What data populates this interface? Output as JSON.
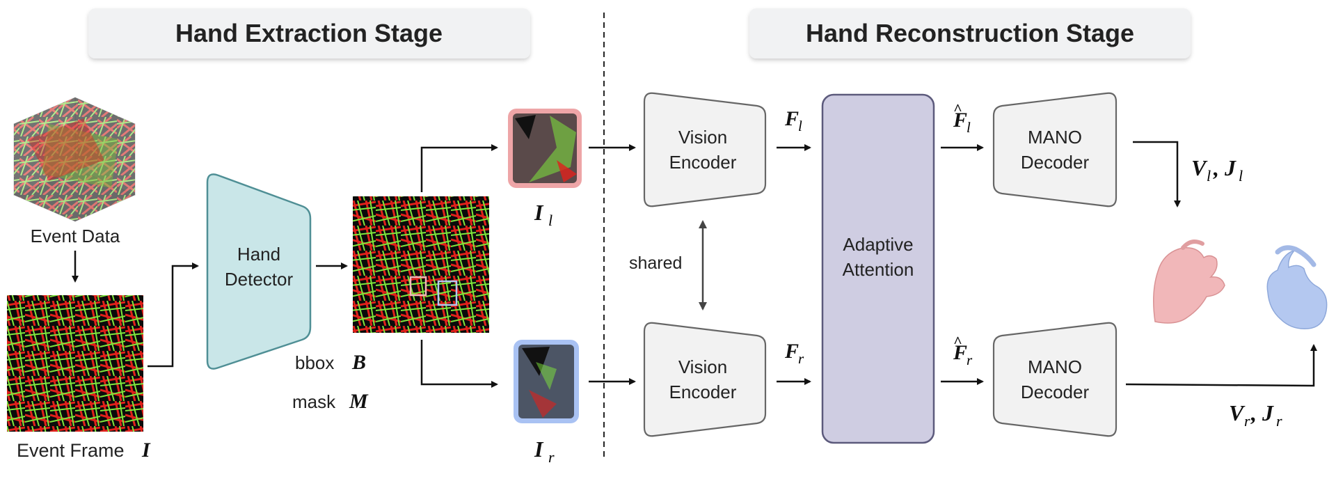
{
  "stages": {
    "extraction_title": "Hand Extraction Stage",
    "reconstruction_title": "Hand Reconstruction Stage"
  },
  "extraction": {
    "event_data_label": "Event Data",
    "event_frame_label": "Event Frame",
    "event_frame_symbol": "I",
    "hand_detector_line1": "Hand",
    "hand_detector_line2": "Detector",
    "bbox_label": "bbox",
    "bbox_symbol": "B",
    "mask_label": "mask",
    "mask_symbol": "M",
    "left_crop_symbol": "I",
    "left_crop_sub": "l",
    "right_crop_symbol": "I",
    "right_crop_sub": "r"
  },
  "reconstruction": {
    "encoder_line1": "Vision",
    "encoder_line2": "Encoder",
    "shared_label": "shared",
    "feature_left_symbol": "F",
    "feature_left_sub": "l",
    "feature_right_symbol": "F",
    "feature_right_sub": "r",
    "attention_line1": "Adaptive",
    "attention_line2": "Attention",
    "decoder_line1": "MANO",
    "decoder_line2": "Decoder",
    "out_left_v": "V",
    "out_left_j": "J",
    "out_left_sub": "l",
    "out_right_v": "V",
    "out_right_j": "J",
    "out_right_sub": "r",
    "comma": ","
  },
  "colors": {
    "detector_fill": "#c9e6e8",
    "detector_stroke": "#4f8f95",
    "attention_fill": "#cfcde2",
    "attention_stroke": "#5c5a7c",
    "left_hand": "#f1b7b9",
    "right_hand": "#b4c8f0",
    "left_frame": "#eea5a7",
    "right_frame": "#a9c2f3",
    "event_red": "#e0201b",
    "event_green": "#7fe83c"
  }
}
